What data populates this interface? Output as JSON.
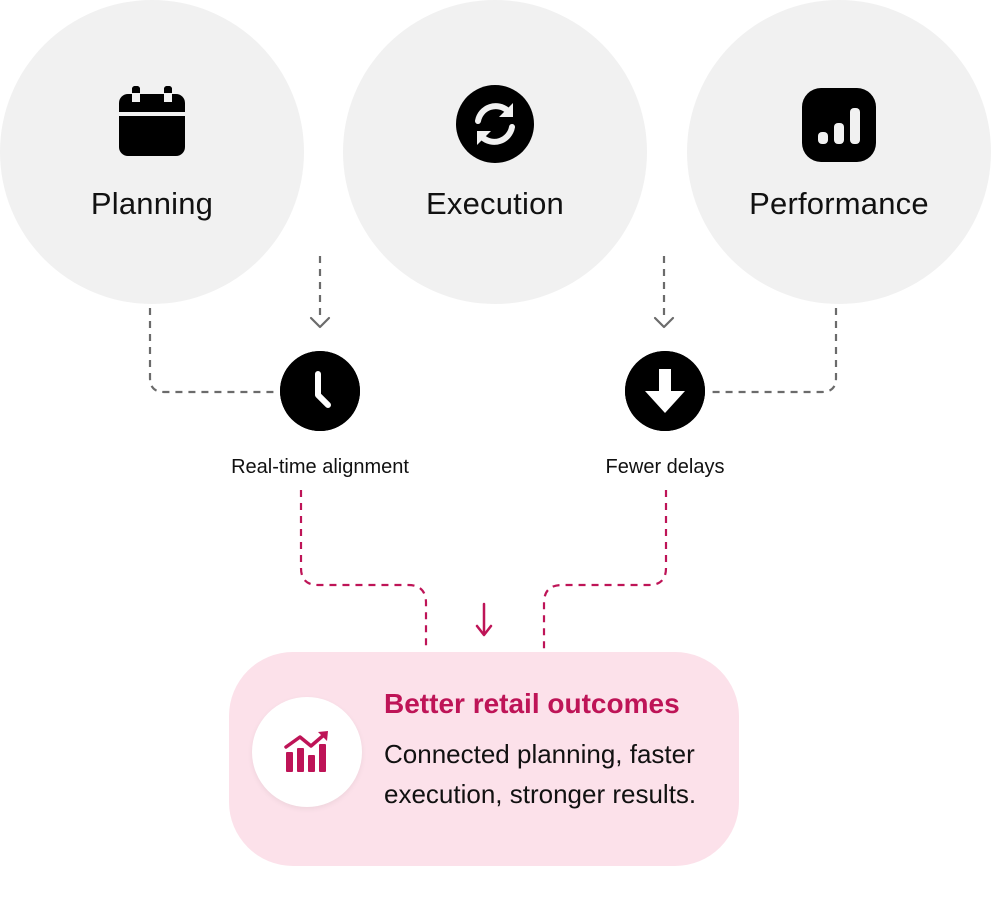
{
  "stages": [
    {
      "label": "Planning",
      "icon": "calendar-icon"
    },
    {
      "label": "Execution",
      "icon": "sync-icon"
    },
    {
      "label": "Performance",
      "icon": "bar-chart-icon"
    }
  ],
  "benefits": [
    {
      "label": "Real-time alignment",
      "icon": "clock-icon"
    },
    {
      "label": "Fewer delays",
      "icon": "arrow-down-icon"
    }
  ],
  "outcome": {
    "title": "Better retail outcomes",
    "description": "Connected planning, faster execution, stronger results.",
    "icon": "growth-chart-icon"
  },
  "colors": {
    "circle_bg": "#f1f1f1",
    "connector_gray": "#6b6b6b",
    "accent": "#be1457",
    "card_bg": "#fce1ea",
    "badge": "#000000"
  }
}
